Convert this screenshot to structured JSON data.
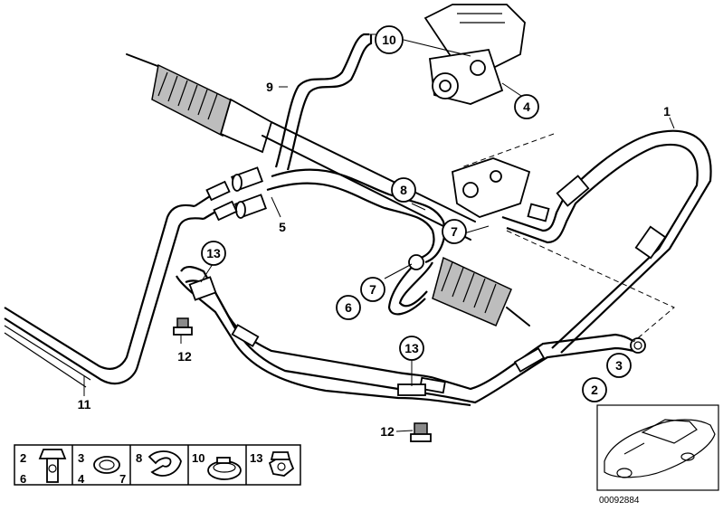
{
  "callouts": {
    "c1": "1",
    "c2": "2",
    "c3": "3",
    "c4": "4",
    "c5": "5",
    "c6": "6",
    "c7a": "7",
    "c7b": "7",
    "c8": "8",
    "c9": "9",
    "c10": "10",
    "c11": "11",
    "c12a": "12",
    "c12b": "12",
    "c13a": "13",
    "c13b": "13"
  },
  "legend": {
    "cell1": {
      "top": "2",
      "bottom": "6"
    },
    "cell2": {
      "top": "3",
      "bottom": "4",
      "side": "7"
    },
    "cell3": {
      "top": "8"
    },
    "cell4": {
      "top": "10"
    },
    "cell5": {
      "top": "13"
    }
  },
  "image_code": "00092884"
}
